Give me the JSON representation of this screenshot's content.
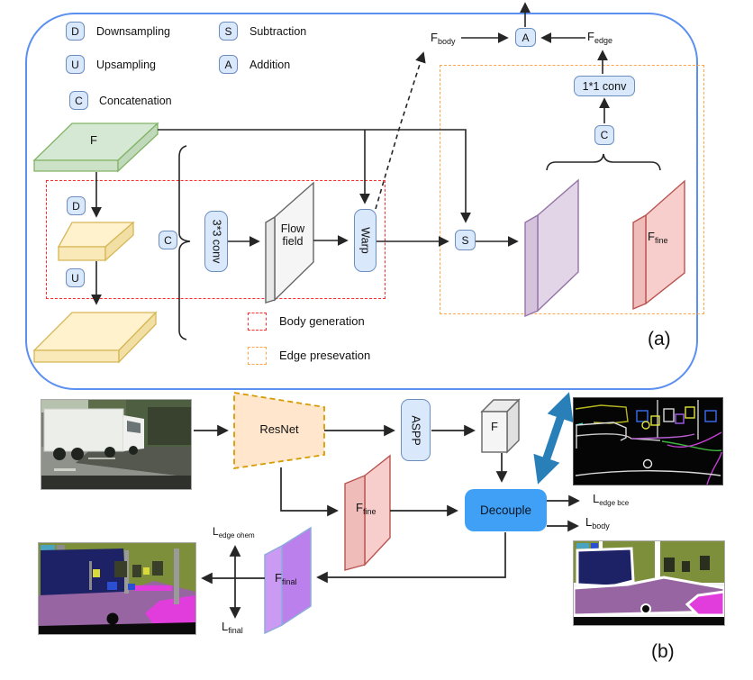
{
  "legend": {
    "items": [
      {
        "symbol": "D",
        "label": "Downsampling"
      },
      {
        "symbol": "U",
        "label": "Upsampling"
      },
      {
        "symbol": "C",
        "label": "Concatenation"
      },
      {
        "symbol": "S",
        "label": "Subtraction"
      },
      {
        "symbol": "A",
        "label": "Addition"
      }
    ]
  },
  "panel_a": {
    "caption": "(a)",
    "feature_f": "F",
    "op_d": "D",
    "op_u": "U",
    "op_c": "C",
    "op_s": "S",
    "op_a": "A",
    "op_c2": "C",
    "conv3": "3*3 conv",
    "flow_field": "Flow\nfield",
    "warp": "Warp",
    "conv1": "1*1 conv",
    "f_body": {
      "base": "F",
      "sub": "body"
    },
    "f_edge": {
      "base": "F",
      "sub": "edge"
    },
    "f_fine": {
      "base": "F",
      "sub": "fine"
    },
    "regions": [
      {
        "label": "Body generation"
      },
      {
        "label": "Edge presevation"
      }
    ]
  },
  "panel_b": {
    "caption": "(b)",
    "resnet": "ResNet",
    "aspp": "ASPP",
    "feature_f": "F",
    "decouple": "Decouple",
    "f_fine": {
      "base": "F",
      "sub": "fine"
    },
    "f_final": {
      "base": "F",
      "sub": "final"
    },
    "loss_edge_bce": {
      "base": "L",
      "sub": "edge bce"
    },
    "loss_body": {
      "base": "L",
      "sub": "body"
    },
    "loss_edge_ohem": {
      "base": "L",
      "sub": "edge ohem"
    },
    "loss_final": {
      "base": "L",
      "sub": "final"
    }
  },
  "colors": {
    "container_border": "#5B8FF0",
    "op_box_fill": "#DAE8FC",
    "op_box_border": "#6C8EBF",
    "green_slab_fill": "#D5E8D4",
    "green_slab_border": "#82B366",
    "yellow_slab_fill": "#FFF2CC",
    "yellow_slab_border": "#D6B656",
    "purple_slab_fill": "#E1D5E7",
    "purple_slab_border": "#9673A6",
    "red_slab_fill": "#F8CECC",
    "red_slab_border": "#B85450",
    "gray_slab_fill": "#F5F5F5",
    "gray_slab_border": "#666666",
    "resnet_fill": "#FFE6CC",
    "resnet_border": "#D79B00",
    "decouple_fill": "#40A0F6",
    "f_final_fill": "#C58CEF",
    "body_region_border": "#FF2A2A",
    "edge_region_border": "#FFA64D",
    "double_arrow": "#2980B9"
  }
}
